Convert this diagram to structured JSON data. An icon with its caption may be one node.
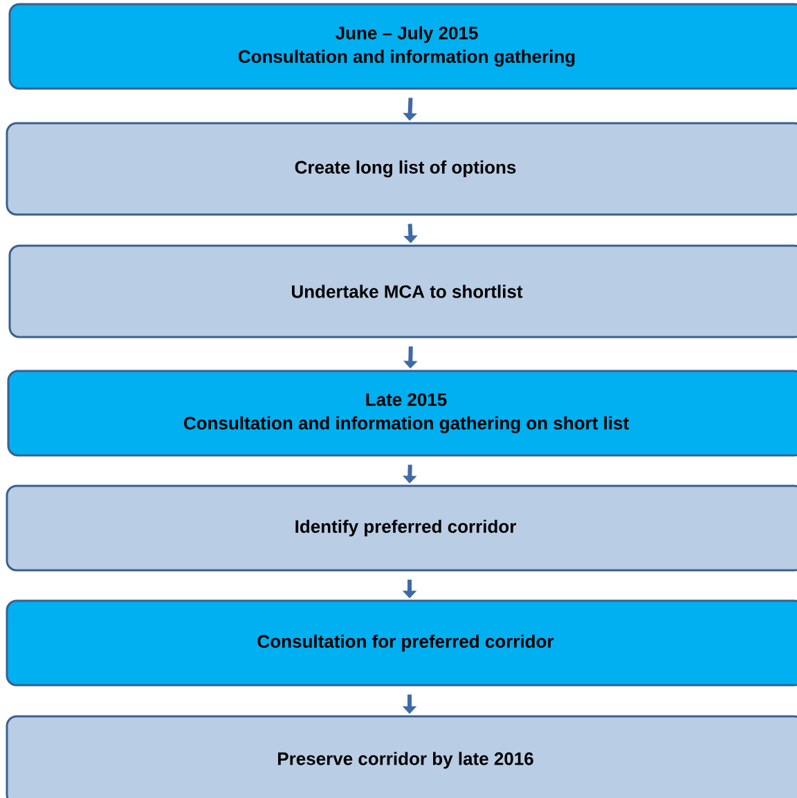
{
  "diagram": {
    "nodes": [
      {
        "text": [
          "June – July 2015",
          "Consultation and information gathering"
        ]
      },
      {
        "text": [
          "Create long list of options"
        ]
      },
      {
        "text": [
          "Undertake MCA to shortlist"
        ]
      },
      {
        "text": [
          "Late 2015",
          "Consultation and information gathering on short list"
        ]
      },
      {
        "text": [
          "Identify preferred corridor"
        ]
      },
      {
        "text": [
          "Consultation for preferred corridor"
        ]
      },
      {
        "text": [
          "Preserve corridor by late 2016"
        ]
      }
    ],
    "edges": [
      {
        "from": 0,
        "to": 1,
        "arrow": "to"
      },
      {
        "from": 1,
        "to": 2,
        "arrow": "to"
      },
      {
        "from": 2,
        "to": 3,
        "arrow": "to"
      },
      {
        "from": 3,
        "to": 4,
        "arrow": "to"
      },
      {
        "from": 4,
        "to": 5,
        "arrow": "to"
      },
      {
        "from": 5,
        "to": 6,
        "arrow": "to"
      }
    ]
  }
}
